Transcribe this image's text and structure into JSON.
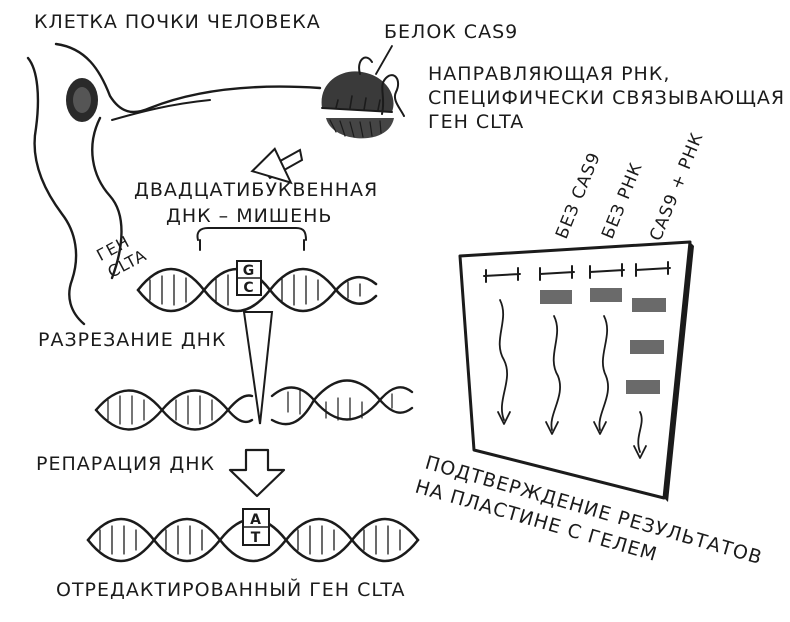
{
  "cell": {
    "label": "КЛЕТКА ПОЧКИ ЧЕЛОВЕКА"
  },
  "protein": {
    "label": "БЕЛОК CAS9"
  },
  "guide_rna": {
    "line1": "НАПРАВЛЯЮЩАЯ РНК,",
    "line2": "СПЕЦИФИЧЕСКИ СВЯЗЫВАЮЩАЯ",
    "line3": "ГЕН CLTA"
  },
  "target": {
    "line1": "ДВАДЦАТИБУКВЕННАЯ",
    "line2": "ДНК – МИШЕНЬ"
  },
  "gene": {
    "line1": "ГЕН",
    "line2": "CLTA"
  },
  "target_pair": {
    "top": "G",
    "bottom": "C"
  },
  "steps": {
    "cut": "РАЗРЕЗАНИЕ ДНК",
    "repair": "РЕПАРАЦИЯ ДНК"
  },
  "edited_pair": {
    "top": "A",
    "bottom": "T"
  },
  "result": {
    "label": "ОТРЕДАКТИРОВАННЫЙ ГЕН CLTA"
  },
  "gel": {
    "lanes": [
      "БЕЗ CAS9",
      "БЕЗ РНК",
      "CAS9 + РНК"
    ],
    "caption_line1": "ПОДТВЕРЖДЕНИЕ РЕЗУЛЬТАТОВ",
    "caption_line2": "НА ПЛАСТИНЕ С ГЕЛЕМ"
  }
}
